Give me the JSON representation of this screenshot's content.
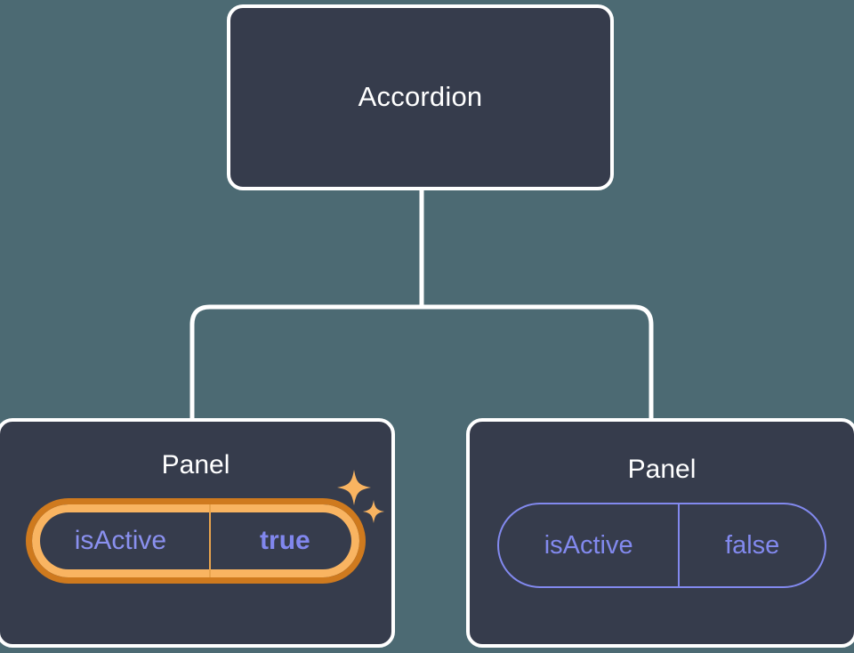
{
  "diagram": {
    "type": "component-tree",
    "background_color": "#4c6a73",
    "node_fill_color": "#363c4c",
    "node_border_color": "#ffffff",
    "highlight_color": "#f9b461",
    "highlight_outer_color": "#cf7a1e",
    "prop_color": "#8289ee"
  },
  "root": {
    "title": "Accordion"
  },
  "panels": [
    {
      "title": "Panel",
      "highlighted": true,
      "prop": {
        "key": "isActive",
        "value": "true"
      },
      "sparkle_icon": "sparkles-icon"
    },
    {
      "title": "Panel",
      "highlighted": false,
      "prop": {
        "key": "isActive",
        "value": "false"
      }
    }
  ]
}
